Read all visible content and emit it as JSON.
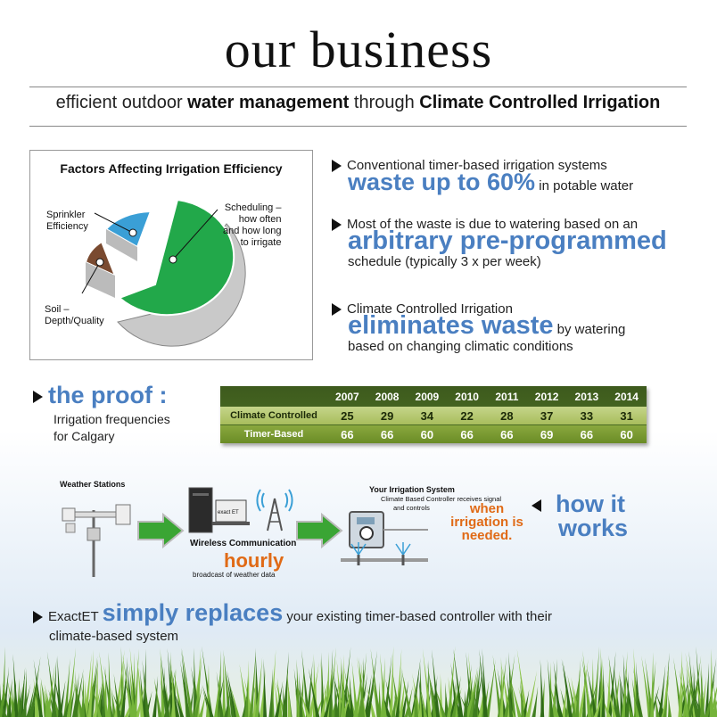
{
  "header": {
    "title": "our business",
    "subtitle_pre": "efficient outdoor ",
    "subtitle_b1": "water management",
    "subtitle_mid": " through ",
    "subtitle_b2": "Climate Controlled Irrigation"
  },
  "pie": {
    "title": "Factors Affecting Irrigation Efficiency",
    "label_sprinkler": "Sprinkler\nEfficiency",
    "label_soil": "Soil –\nDepth/Quality",
    "label_scheduling": "Scheduling –\nhow often\nand how long\nto irrigate",
    "colors": {
      "sprinkler": "#3a9fd6",
      "soil": "#7a4a30",
      "scheduling": "#22a84a"
    }
  },
  "bullets": [
    {
      "line1": "Conventional timer-based irrigation systems",
      "big": "waste up to 60%",
      "after": " in potable water"
    },
    {
      "line1": "Most of the waste is due to  watering based on an",
      "big": "arbitrary pre-programmed",
      "after": "schedule (typically 3 x per week)"
    },
    {
      "line1": "Climate Controlled Irrigation",
      "big": "eliminates waste",
      "after": " by watering",
      "line3": "based on changing climatic conditions"
    }
  ],
  "proof": {
    "title": "the proof :",
    "sub1": "Irrigation frequencies",
    "sub2": "for Calgary"
  },
  "table": {
    "years": [
      "2007",
      "2008",
      "2009",
      "2010",
      "2011",
      "2012",
      "2013",
      "2014"
    ],
    "rows": [
      {
        "label": "Climate Controlled",
        "values": [
          "25",
          "29",
          "34",
          "22",
          "28",
          "37",
          "33",
          "31"
        ]
      },
      {
        "label": "Timer-Based",
        "values": [
          "66",
          "66",
          "60",
          "66",
          "66",
          "69",
          "66",
          "60"
        ]
      }
    ]
  },
  "how": {
    "weather_stations": "Weather Stations",
    "wireless": "Wireless Communication",
    "hourly": "hourly",
    "broadcast": "broadcast of weather data",
    "exact_et_screen": "exact ET",
    "system_title": "Your Irrigation System",
    "system_sub1": "Climate Based Controller receives signal",
    "system_sub2": "and controls",
    "when1": "when",
    "when2": "irrigation is",
    "when3": "needed.",
    "how1": "how it",
    "how2": "works"
  },
  "footer": {
    "exact": "ExactET ",
    "big": "simply replaces",
    "rest": " your existing timer-based controller with their",
    "line2": "climate-based system"
  },
  "colors": {
    "accent_blue": "#4a7fc1",
    "accent_orange": "#e06a16",
    "arrow_green": "#3aa534"
  }
}
